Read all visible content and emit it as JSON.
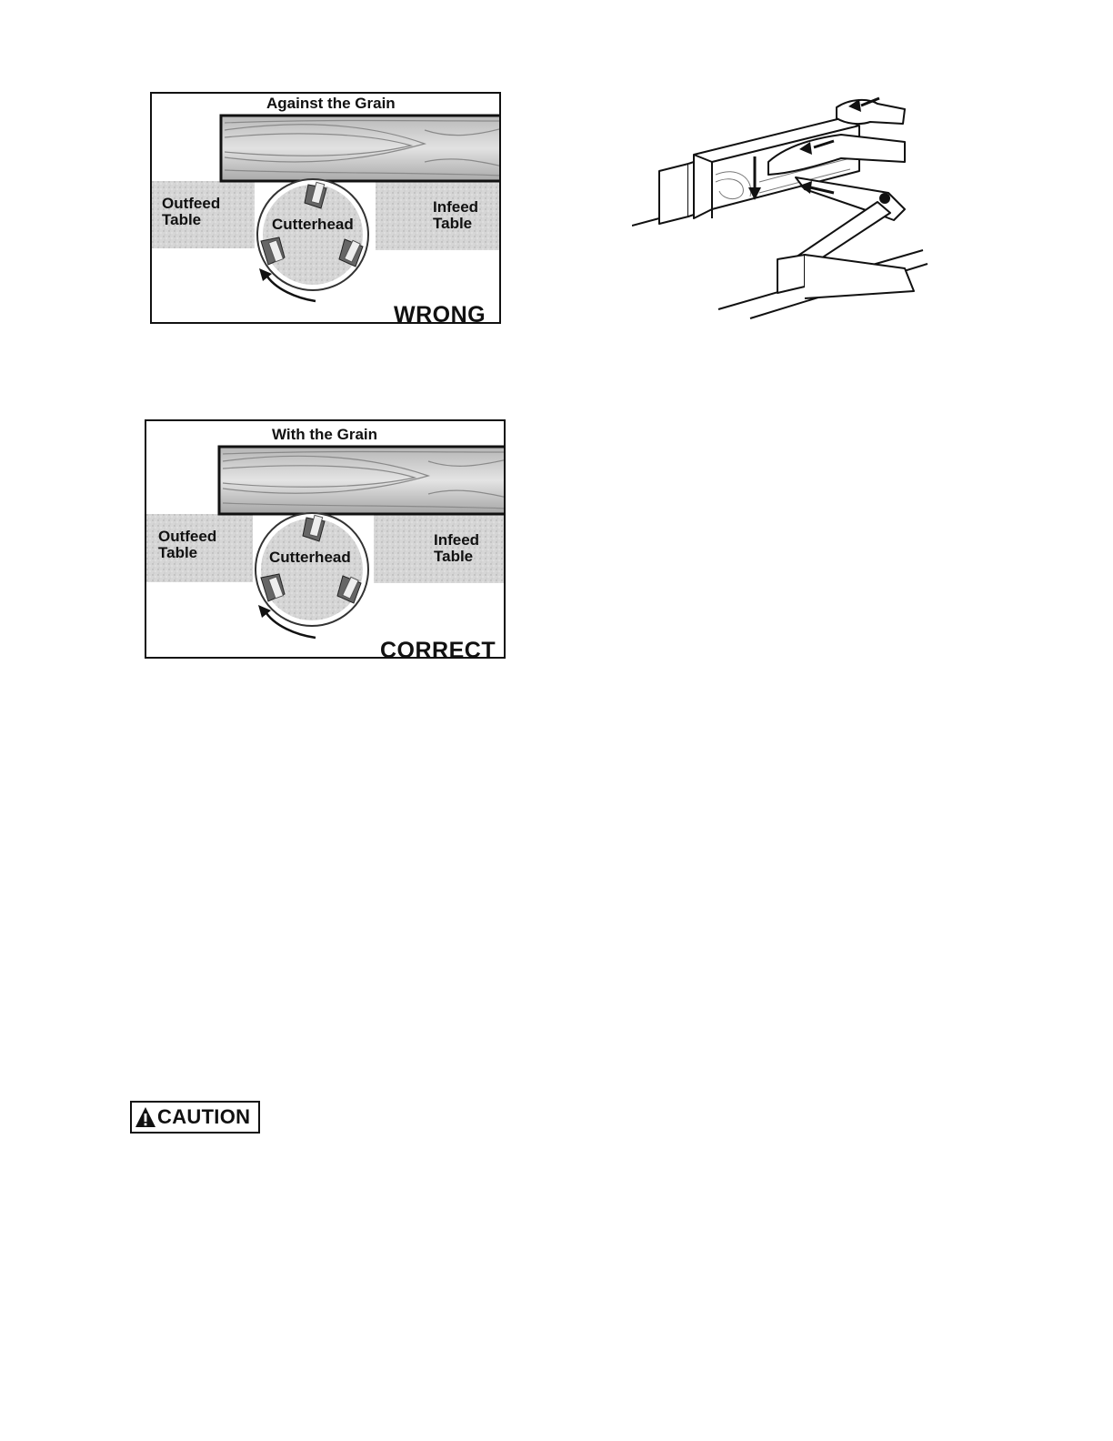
{
  "figures": {
    "wrong": {
      "title": "Against the Grain",
      "outfeed_label": "Outfeed\nTable",
      "infeed_label": "Infeed\nTable",
      "cutterhead_label": "Cutterhead",
      "verdict": "WRONG"
    },
    "correct": {
      "title": "With the Grain",
      "outfeed_label": "Outfeed\nTable",
      "infeed_label": "Infeed\nTable",
      "cutterhead_label": "Cutterhead",
      "verdict": "CORRECT"
    }
  },
  "caution": {
    "label": "CAUTION",
    "icon": "warning-triangle-icon"
  }
}
